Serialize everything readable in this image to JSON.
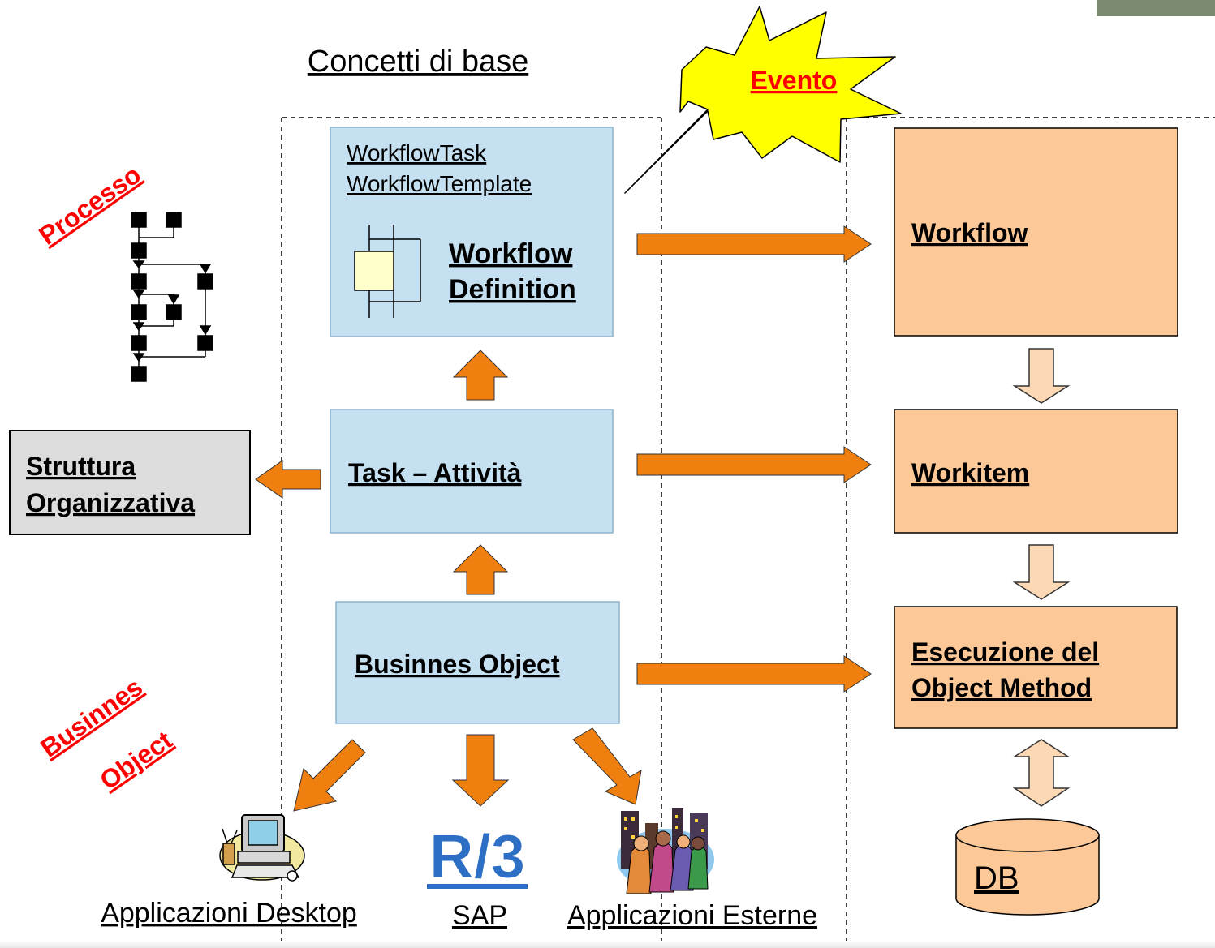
{
  "title": "Concetti di base",
  "event": {
    "label": "Evento"
  },
  "labels": {
    "processo": "Processo",
    "businnes": "Businnes",
    "object": "Object"
  },
  "boxes": {
    "workflow_definition": {
      "line1": "WorkflowTask",
      "line2": "WorkflowTemplate",
      "title1": "Workflow",
      "title2": "Definition"
    },
    "task": "Task – Attività",
    "business_object": "Businnes Object",
    "struttura": {
      "line1": "Struttura",
      "line2": "Organizzativa"
    },
    "workflow": "Workflow",
    "workitem": "Workitem",
    "esecuzione": {
      "line1": "Esecuzione del",
      "line2": "Object Method"
    },
    "db": "DB"
  },
  "bottom": {
    "desktop": "Applicazioni Desktop",
    "sap_logo": "R/3",
    "sap": "SAP",
    "esterne": "Applicazioni Esterne"
  },
  "colors": {
    "blue_box": "#c5e0f1",
    "blue_border": "#8fb4cf",
    "peach_box": "#fcc897",
    "arrow_orange": "#ef7f0f",
    "gray_box": "#dcdcdc",
    "red_text": "#ff0000",
    "star_yellow": "#ffff00",
    "r3_blue": "#2d6fc5"
  }
}
